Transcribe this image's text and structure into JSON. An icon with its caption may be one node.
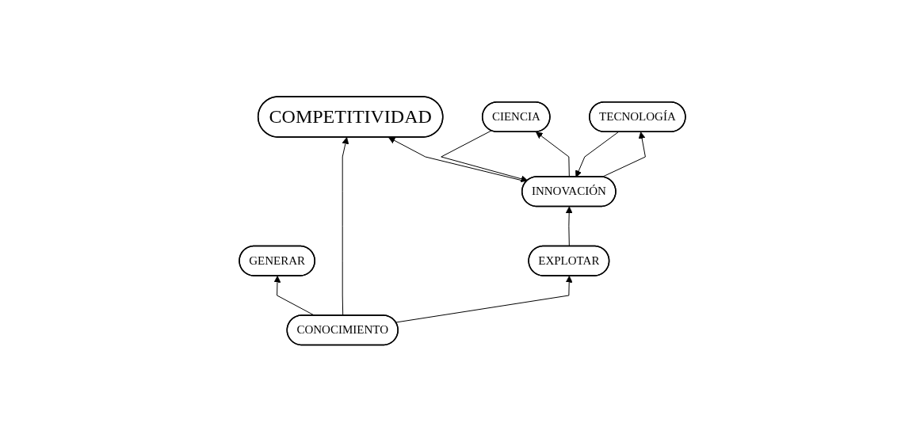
{
  "diagram": {
    "nodes": [
      {
        "text": [
          "COMPETITIVIDAD"
        ]
      },
      {
        "text": [
          "INNOVACIÓN"
        ]
      },
      {
        "text": [
          "CONOCIMIENTO"
        ]
      },
      {
        "text": [
          "CIENCIA"
        ]
      },
      {
        "text": [
          "TECNOLOGÍA"
        ]
      },
      {
        "text": [
          "GENERAR"
        ]
      },
      {
        "text": [
          "EXPLOTAR"
        ]
      }
    ],
    "edges": [
      {
        "from": 1,
        "to": 0,
        "arrow": "to"
      },
      {
        "from": 2,
        "to": 0,
        "arrow": "to"
      },
      {
        "from": 3,
        "to": 1,
        "arrow": "to"
      },
      {
        "from": 1,
        "to": 3,
        "arrow": "to"
      },
      {
        "from": 1,
        "to": 4,
        "arrow": "to"
      },
      {
        "from": 4,
        "to": 1,
        "arrow": "to"
      },
      {
        "from": 2,
        "to": 5,
        "arrow": "to"
      },
      {
        "from": 2,
        "to": 6,
        "arrow": "to"
      },
      {
        "from": 6,
        "to": 1,
        "arrow": "to"
      }
    ]
  }
}
